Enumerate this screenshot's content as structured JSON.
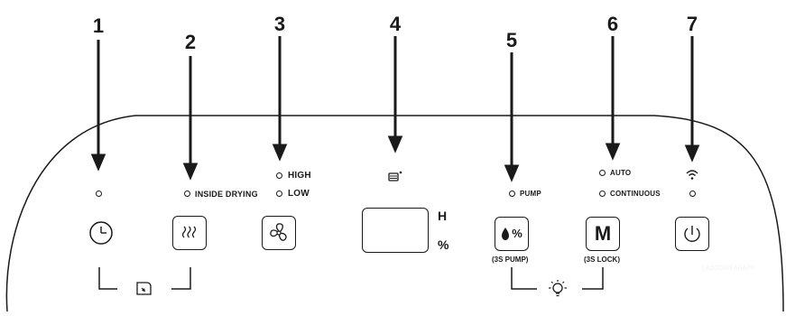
{
  "callouts": [
    "1",
    "2",
    "3",
    "4",
    "5",
    "6",
    "7"
  ],
  "labels": {
    "inside_drying": "INSIDE DRYING",
    "high": "HIGH",
    "low": "LOW",
    "pump": "PUMP",
    "auto": "AUTO",
    "continuous": "CONTINUOUS",
    "humidity_h": "H",
    "humidity_pct": "%"
  },
  "buttons": {
    "pump_percent": "%",
    "mode": "M",
    "pump_hint": "(3S PUMP)",
    "lock_hint": "(3S LOCK)"
  },
  "icons": {
    "timer": "clock-icon",
    "drying": "heat-waves-icon",
    "fan": "fan-icon",
    "tank": "water-tank-icon",
    "drop": "water-drop-icon",
    "wifi": "wifi-icon",
    "power": "power-icon",
    "light": "light-bulb-icon",
    "combo": "timer-combo-icon"
  },
  "watermark": "LAZOOWEARAPP",
  "colors": {
    "ink": "#1a1a1a",
    "background": "#ffffff"
  }
}
